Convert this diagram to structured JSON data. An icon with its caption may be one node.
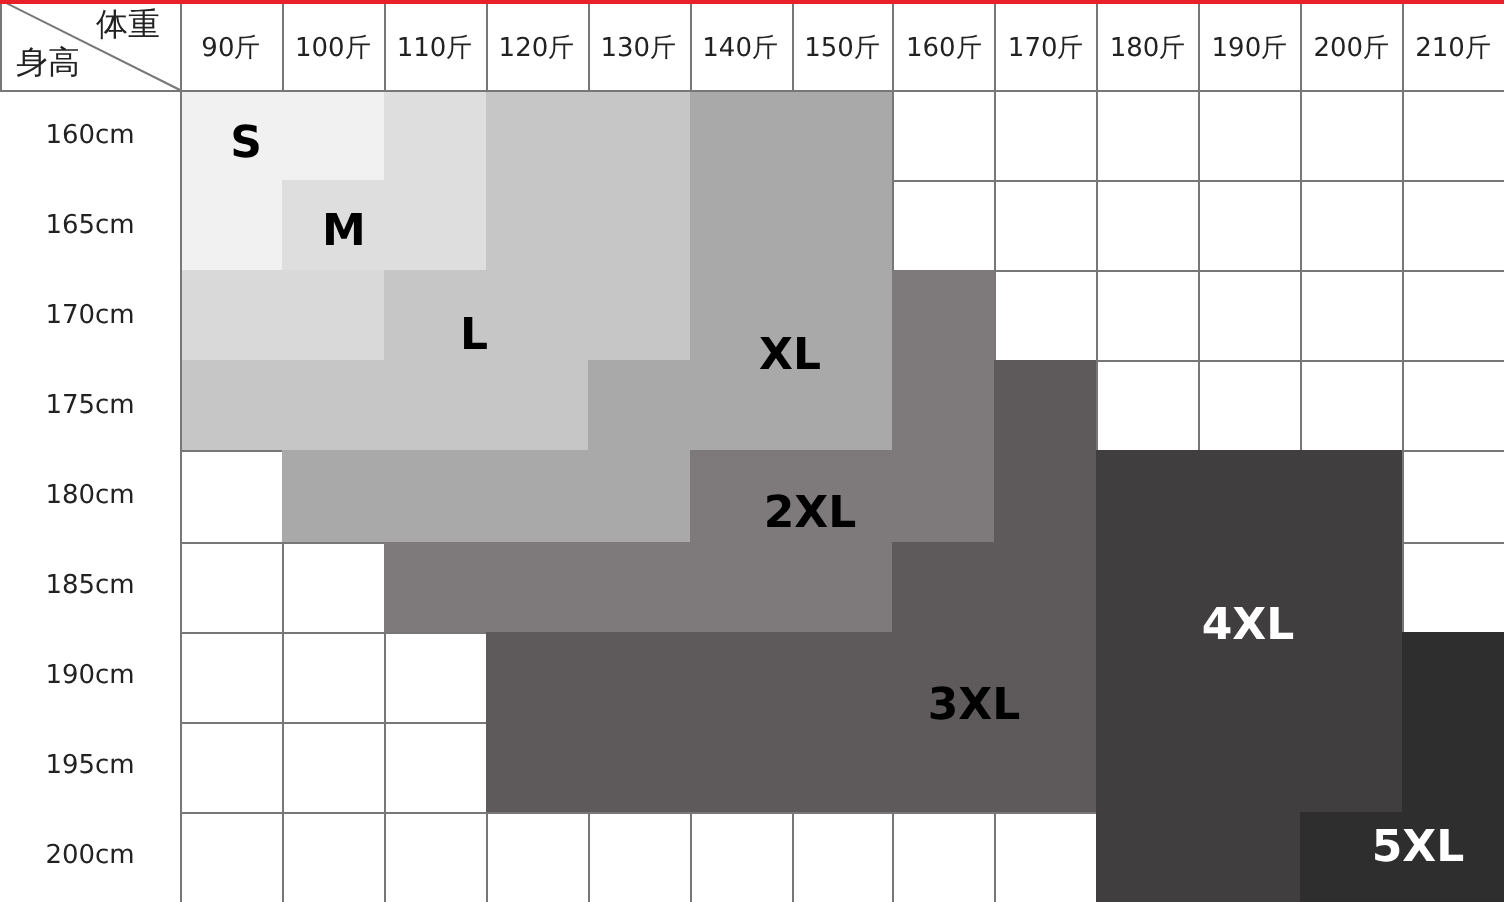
{
  "diagram": {
    "labels": [
      "体重",
      "身高",
      "90斤",
      "100斤",
      "110斤",
      "120斤",
      "130斤",
      "140斤",
      "150斤",
      "160斤",
      "170斤",
      "180斤",
      "190斤",
      "200斤",
      "210斤",
      "160cm",
      "165cm",
      "170cm",
      "175cm",
      "180cm",
      "185cm",
      "190cm",
      "195cm",
      "200cm",
      "S",
      "M",
      "L",
      "XL",
      "2XL",
      "3XL",
      "4XL",
      "5XL"
    ]
  }
}
